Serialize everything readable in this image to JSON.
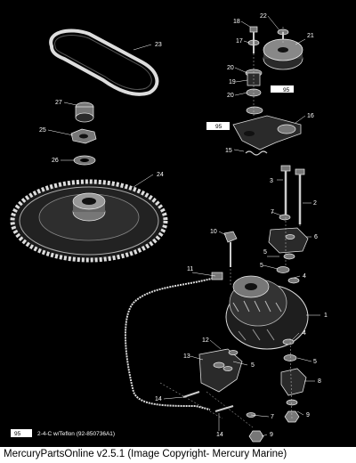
{
  "diagram": {
    "callouts": [
      "1",
      "2",
      "3",
      "4",
      "5",
      "6",
      "7",
      "8",
      "9",
      "10",
      "11",
      "12",
      "13",
      "14",
      "15",
      "16",
      "17",
      "18",
      "19",
      "20",
      "21",
      "22",
      "23",
      "24",
      "25",
      "26",
      "27"
    ],
    "legend": {
      "badge": "95",
      "text": "2-4-C w/Teflon (92-850736A1)"
    }
  },
  "footer": {
    "caption": "MercuryPartsOnline v2.5.1 (Image Copyright- Mercury Marine)"
  },
  "colors": {
    "background": "#000000",
    "linework": "#ffffff",
    "caption_bar": "#ffffff"
  }
}
